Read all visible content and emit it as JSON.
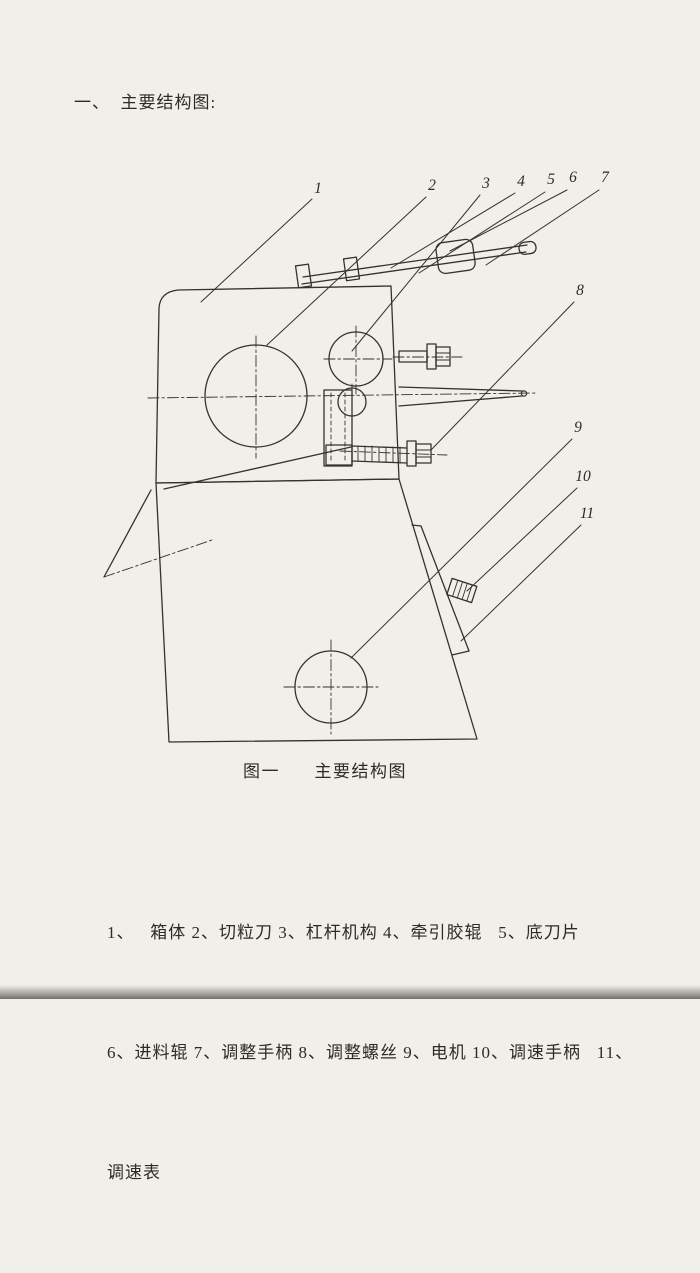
{
  "page": {
    "heading": "一、  主要结构图:"
  },
  "figure": {
    "caption": "图一      主要结构图"
  },
  "legend": {
    "lines": [
      "1、   箱体 2、切粒刀 3、杠杆机构 4、牵引胶辊   5、底刀片",
      "6、进料辊 7、调整手柄 8、调整螺丝 9、电机 10、调速手柄   11、",
      "调速表"
    ]
  },
  "diagram": {
    "callouts": [
      "1",
      "2",
      "3",
      "4",
      "5",
      "6",
      "7",
      "8",
      "9",
      "10",
      "11"
    ]
  },
  "colors": {
    "paper": "#f1efe9",
    "ink": "#2d2b28"
  }
}
